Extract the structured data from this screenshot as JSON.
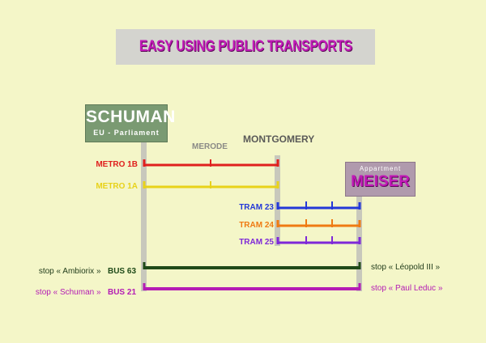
{
  "title": "EASY USING PUBLIC TRANSPORTS",
  "stations": {
    "schuman": {
      "name": "SCHUMAN",
      "subtitle": "EU - Parliament"
    },
    "merode": "MERODE",
    "montgomery": "MONTGOMERY",
    "meiser": {
      "subtitle": "Appartment",
      "name": "MEISER"
    }
  },
  "lines": {
    "metro_1b": {
      "label": "METRO 1B",
      "color": "#e0201e"
    },
    "metro_1a": {
      "label": "METRO 1A",
      "color": "#e8d21a"
    },
    "tram_23": {
      "label": "TRAM 23",
      "color": "#2338d8"
    },
    "tram_24": {
      "label": "TRAM 24",
      "color": "#ef7a12"
    },
    "tram_25": {
      "label": "TRAM 25",
      "color": "#7e28d8"
    },
    "bus_63": {
      "label": "BUS 63",
      "color": "#1f4a18",
      "stop_left": "stop « Ambiorix »",
      "stop_right": "stop « Léopold III »"
    },
    "bus_21": {
      "label": "BUS 21",
      "color": "#b41cb4",
      "stop_left": "stop « Schuman »",
      "stop_right": "stop « Paul Leduc »"
    }
  },
  "colors": {
    "background": "#f4f6c8",
    "pillar": "#c8c8bc",
    "title_text": "#c21ab8"
  }
}
